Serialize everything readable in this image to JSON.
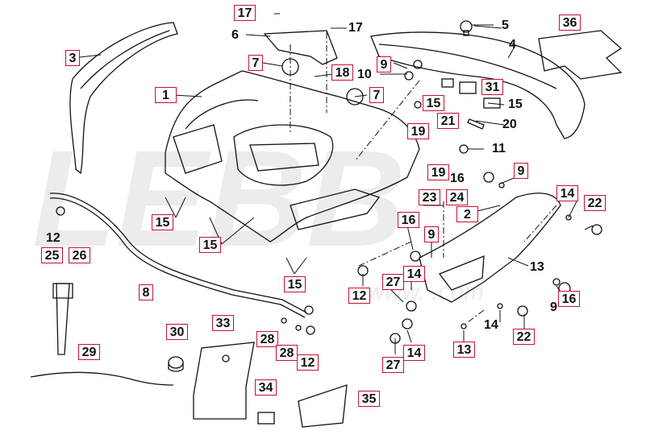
{
  "watermark": "LEBB",
  "watermark_url": "www.              .com",
  "callouts": [
    {
      "id": "c1",
      "label": "1"
    },
    {
      "id": "c2",
      "label": "2"
    },
    {
      "id": "c3",
      "label": "3"
    },
    {
      "id": "c4",
      "label": "4"
    },
    {
      "id": "c5",
      "label": "5"
    },
    {
      "id": "c6",
      "label": "6"
    },
    {
      "id": "c7a",
      "label": "7"
    },
    {
      "id": "c7b",
      "label": "7"
    },
    {
      "id": "c8",
      "label": "8"
    },
    {
      "id": "c9a",
      "label": "9"
    },
    {
      "id": "c9b",
      "label": "9"
    },
    {
      "id": "c9c",
      "label": "9"
    },
    {
      "id": "c9d",
      "label": "9"
    },
    {
      "id": "c10",
      "label": "10"
    },
    {
      "id": "c11",
      "label": "11"
    },
    {
      "id": "c12a",
      "label": "12"
    },
    {
      "id": "c12b",
      "label": "12"
    },
    {
      "id": "c12c",
      "label": "12"
    },
    {
      "id": "c13a",
      "label": "13"
    },
    {
      "id": "c13b",
      "label": "13"
    },
    {
      "id": "c14a",
      "label": "14"
    },
    {
      "id": "c14b",
      "label": "14"
    },
    {
      "id": "c14c",
      "label": "14"
    },
    {
      "id": "c14d",
      "label": "14"
    },
    {
      "id": "c15a",
      "label": "15"
    },
    {
      "id": "c15b",
      "label": "15"
    },
    {
      "id": "c15c",
      "label": "15"
    },
    {
      "id": "c15d",
      "label": "15"
    },
    {
      "id": "c15e",
      "label": "15"
    },
    {
      "id": "c16a",
      "label": "16"
    },
    {
      "id": "c16b",
      "label": "16"
    },
    {
      "id": "c16c",
      "label": "16"
    },
    {
      "id": "c17a",
      "label": "17"
    },
    {
      "id": "c17b",
      "label": "17"
    },
    {
      "id": "c18",
      "label": "18"
    },
    {
      "id": "c19a",
      "label": "19"
    },
    {
      "id": "c19b",
      "label": "19"
    },
    {
      "id": "c20",
      "label": "20"
    },
    {
      "id": "c21",
      "label": "21"
    },
    {
      "id": "c22a",
      "label": "22"
    },
    {
      "id": "c22b",
      "label": "22"
    },
    {
      "id": "c23",
      "label": "23"
    },
    {
      "id": "c24",
      "label": "24"
    },
    {
      "id": "c25",
      "label": "25"
    },
    {
      "id": "c26",
      "label": "26"
    },
    {
      "id": "c27a",
      "label": "27"
    },
    {
      "id": "c27b",
      "label": "27"
    },
    {
      "id": "c28a",
      "label": "28"
    },
    {
      "id": "c28b",
      "label": "28"
    },
    {
      "id": "c29",
      "label": "29"
    },
    {
      "id": "c30",
      "label": "30"
    },
    {
      "id": "c31",
      "label": "31"
    },
    {
      "id": "c33",
      "label": "33"
    },
    {
      "id": "c34",
      "label": "34"
    },
    {
      "id": "c35",
      "label": "35"
    },
    {
      "id": "c36",
      "label": "36"
    }
  ],
  "colors": {
    "callout_border": "#c8102e",
    "line": "#111111",
    "watermark": "#e9e9e9"
  }
}
